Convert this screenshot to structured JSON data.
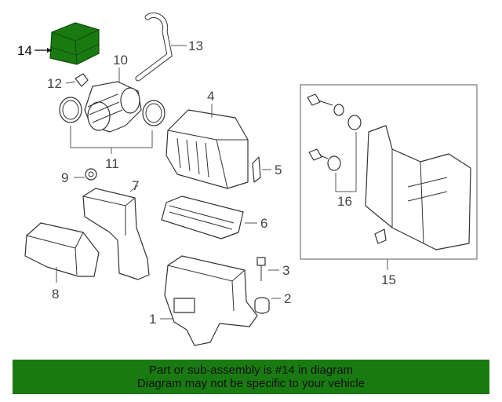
{
  "diagram": {
    "callouts": {
      "c1": "1",
      "c2": "2",
      "c3": "3",
      "c4": "4",
      "c5": "5",
      "c6": "6",
      "c7": "7",
      "c8": "8",
      "c9": "9",
      "c10": "10",
      "c11": "11",
      "c12": "12",
      "c13": "13",
      "c14": "14",
      "c15": "15",
      "c16": "16"
    },
    "highlight_part": "14",
    "highlight_color": "#1a7a12"
  },
  "banner": {
    "line1": "Part or sub-assembly is #14 in diagram",
    "line2": "Diagram may not be specific to your vehicle",
    "background": "#1a7a12"
  }
}
